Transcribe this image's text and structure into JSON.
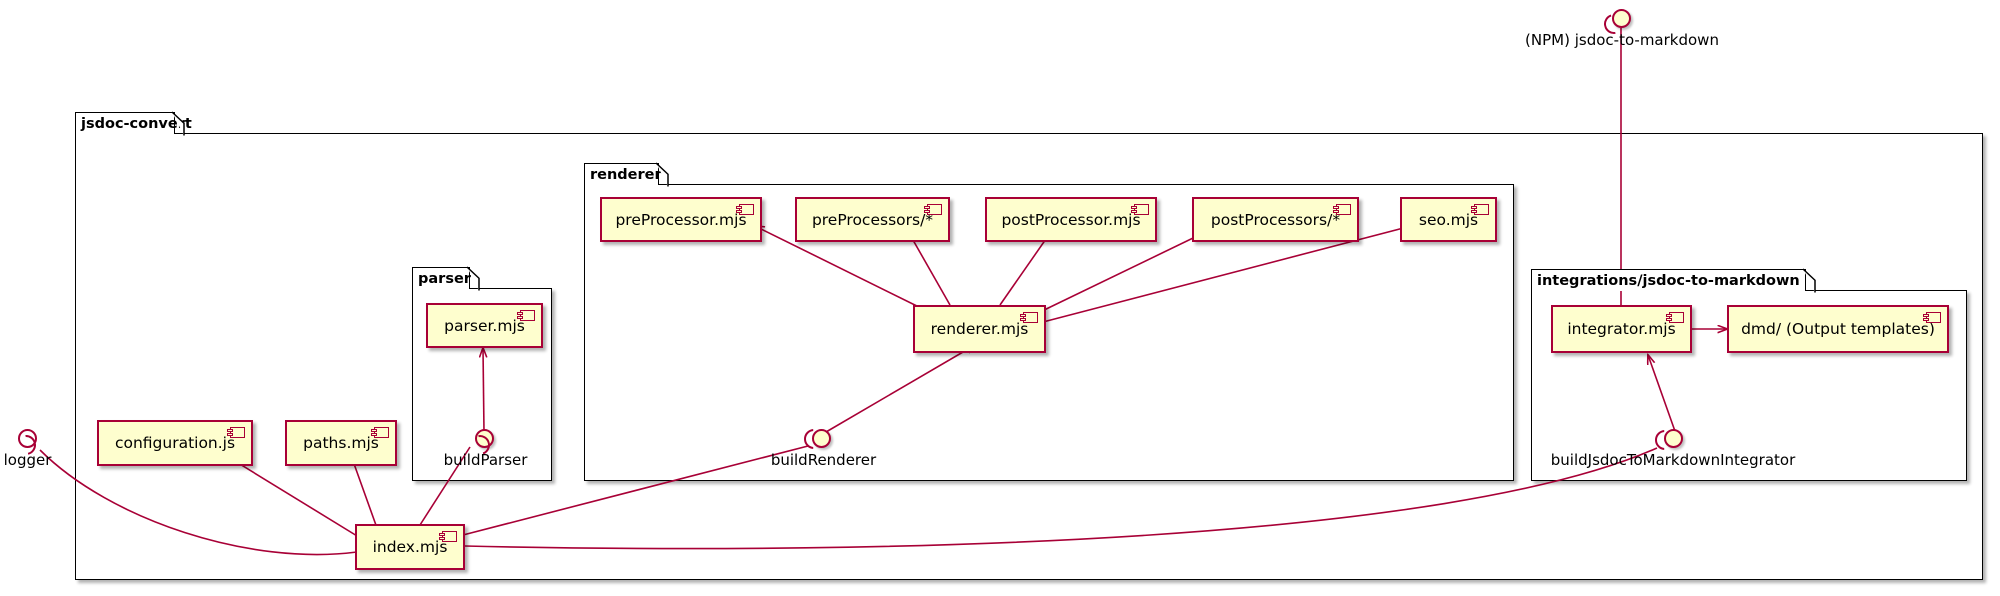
{
  "diagram": {
    "type": "uml-component-diagram",
    "background": "#ffffff",
    "accent": "#A80036",
    "component_fill": "#FEFECE"
  },
  "packages": [
    {
      "id": "jsdoc-convert",
      "label": "jsdoc-convert"
    },
    {
      "id": "renderer",
      "label": "renderer"
    },
    {
      "id": "parser",
      "label": "parser"
    },
    {
      "id": "integrations",
      "label": "integrations/jsdoc-to-markdown"
    }
  ],
  "components": [
    {
      "id": "preProcessor",
      "label": "preProcessor.mjs",
      "package": "renderer"
    },
    {
      "id": "preProcessors",
      "label": "preProcessors/*",
      "package": "renderer"
    },
    {
      "id": "postProcessor",
      "label": "postProcessor.mjs",
      "package": "renderer"
    },
    {
      "id": "postProcessors",
      "label": "postProcessors/*",
      "package": "renderer"
    },
    {
      "id": "seo",
      "label": "seo.mjs",
      "package": "renderer"
    },
    {
      "id": "renderer_mjs",
      "label": "renderer.mjs",
      "package": "renderer"
    },
    {
      "id": "parser_mjs",
      "label": "parser.mjs",
      "package": "parser"
    },
    {
      "id": "configuration",
      "label": "configuration.js",
      "package": "jsdoc-convert"
    },
    {
      "id": "paths",
      "label": "paths.mjs",
      "package": "jsdoc-convert"
    },
    {
      "id": "index_mjs",
      "label": "index.mjs",
      "package": "jsdoc-convert"
    },
    {
      "id": "integrator",
      "label": "integrator.mjs",
      "package": "integrations"
    },
    {
      "id": "dmd",
      "label": "dmd/ (Output templates)",
      "package": "integrations"
    }
  ],
  "interfaces": [
    {
      "id": "npm_j2m",
      "label": "(NPM) jsdoc-to-markdown",
      "style": "filled"
    },
    {
      "id": "logger",
      "label": "logger",
      "style": "hollow"
    },
    {
      "id": "buildParser",
      "label": "buildParser",
      "style": "filled"
    },
    {
      "id": "buildRenderer",
      "label": "buildRenderer",
      "style": "filled"
    },
    {
      "id": "buildJ2M",
      "label": "buildJsdocToMarkdownIntegrator",
      "style": "filled"
    }
  ],
  "connections": [
    {
      "from": "renderer_mjs",
      "to": "preProcessor",
      "kind": "arrow"
    },
    {
      "from": "renderer_mjs",
      "to": "preProcessors",
      "kind": "arrow"
    },
    {
      "from": "renderer_mjs",
      "to": "postProcessor",
      "kind": "arrow"
    },
    {
      "from": "renderer_mjs",
      "to": "postProcessors",
      "kind": "arrow"
    },
    {
      "from": "renderer_mjs",
      "to": "seo",
      "kind": "arrow"
    },
    {
      "from": "buildRenderer",
      "to": "renderer_mjs",
      "kind": "arrow"
    },
    {
      "from": "buildParser",
      "to": "parser_mjs",
      "kind": "arrow"
    },
    {
      "from": "integrator",
      "to": "dmd",
      "kind": "arrow"
    },
    {
      "from": "buildJ2M",
      "to": "integrator",
      "kind": "arrow"
    },
    {
      "from": "npm_j2m",
      "to": "integrator",
      "kind": "line"
    },
    {
      "from": "index_mjs",
      "to": "configuration",
      "kind": "arrow"
    },
    {
      "from": "index_mjs",
      "to": "paths",
      "kind": "arrow"
    },
    {
      "from": "index_mjs",
      "to": "buildParser",
      "kind": "line"
    },
    {
      "from": "index_mjs",
      "to": "buildRenderer",
      "kind": "line"
    },
    {
      "from": "index_mjs",
      "to": "logger",
      "kind": "line"
    },
    {
      "from": "index_mjs",
      "to": "buildJ2M",
      "kind": "line"
    }
  ]
}
